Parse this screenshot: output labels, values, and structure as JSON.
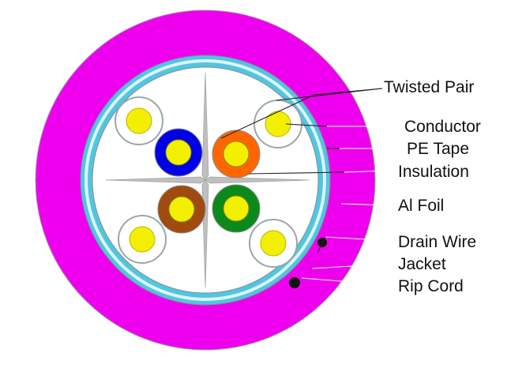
{
  "diagram": {
    "labels": {
      "twisted_pair": "Twisted Pair",
      "conductor": "Conductor",
      "pe_tape": "PE Tape",
      "insulation": "Insulation",
      "al_foil": "Al Foil",
      "drain_wire": "Drain Wire",
      "jacket": "Jacket",
      "rip_cord": "Rip Cord"
    },
    "colors": {
      "jacket": "#ee00ee",
      "foil": "#4fc6e2",
      "conductor": "#f2ef00",
      "pair_blue": "#0000e6",
      "pair_orange": "#ff6600",
      "pair_brown": "#a04a10",
      "pair_green": "#0a8a1a",
      "drain_wire": "#111111",
      "separator": "#b8b8b8"
    }
  }
}
